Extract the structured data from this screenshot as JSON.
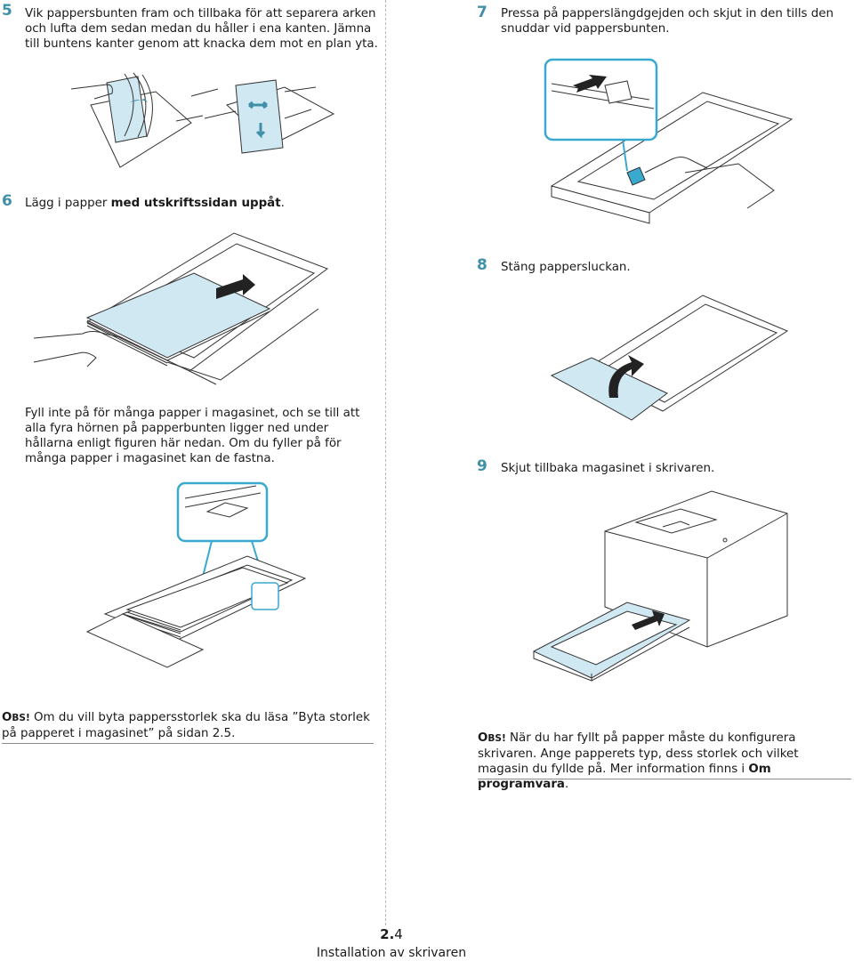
{
  "steps": {
    "s5": {
      "num": "5",
      "text": "Vik pappersbunten fram och tillbaka för att separera arken och lufta dem sedan medan du håller i ena kanten. Jämna till buntens kanter genom att knacka dem mot en plan yta."
    },
    "s6": {
      "num": "6",
      "text_a": "Lägg i papper ",
      "text_b": "med utskriftssidan uppåt",
      "text_c": "."
    },
    "s7": {
      "num": "7",
      "text": "Pressa på papperslängdgejden och skjut in den tills den snuddar vid pappersbunten."
    },
    "s8": {
      "num": "8",
      "text": "Stäng pappersluckan."
    },
    "s9": {
      "num": "9",
      "text": "Skjut tillbaka magasinet i skrivaren."
    }
  },
  "overfill_paragraph": "Fyll inte på för många papper i magasinet, och se till att alla fyra hörnen på papperbunten ligger ned under hållarna enligt figuren här nedan. Om du fyller på för många papper i magasinet kan de fastna.",
  "notes": {
    "left": {
      "label_o": "O",
      "label_rest": "BS!",
      "text": " Om du vill byta pappersstorlek ska du läsa ”Byta storlek på papperet i magasinet” på sidan 2.5."
    },
    "right": {
      "label_o": "O",
      "label_rest": "BS!",
      "text_a": " När du har fyllt på papper måste du konfigurera skrivaren. Ange papperets typ, dess storlek och vilket magasin du fyllde på. Mer information finns i ",
      "text_b": "Om programvara",
      "text_c": "."
    }
  },
  "footer": {
    "page_chapter": "2.",
    "page_num": "4",
    "title": "Installation av skrivaren"
  },
  "colors": {
    "step_number": "#3f90a8",
    "callout_border": "#3aa9cf",
    "paper_fill": "#cfe8f2"
  }
}
